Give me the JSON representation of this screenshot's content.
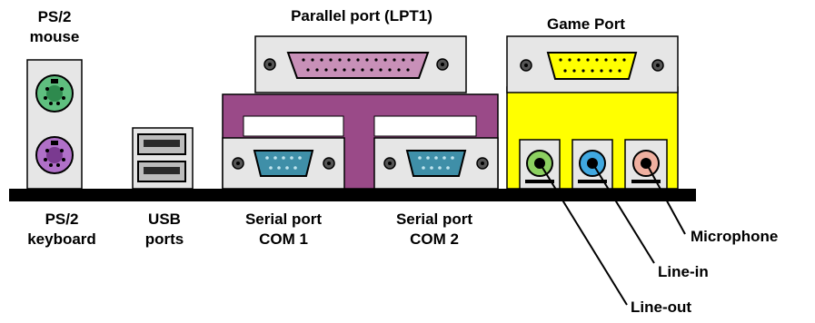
{
  "labels": {
    "ps2_mouse": [
      "PS/2",
      "mouse"
    ],
    "parallel_port": "Parallel port (LPT1)",
    "game_port": "Game Port",
    "ps2_keyboard": [
      "PS/2",
      "keyboard"
    ],
    "usb_ports": [
      "USB",
      "ports"
    ],
    "serial_com1": [
      "Serial port",
      "COM 1"
    ],
    "serial_com2": [
      "Serial port",
      "COM 2"
    ],
    "microphone": "Microphone",
    "line_in": "Line-in",
    "line_out": "Line-out"
  },
  "colors": {
    "ps2_mouse": "#5fbf7f",
    "ps2_keyboard": "#b070c8",
    "parallel": "#c890b8",
    "bracket": "#9a4a88",
    "serial": "#3f8fa8",
    "game": "#ffff00",
    "line_out": "#8cd060",
    "line_in": "#40a8e0",
    "microphone": "#f0b0a0",
    "plate": "#e8e8e8",
    "board": "#000000"
  }
}
